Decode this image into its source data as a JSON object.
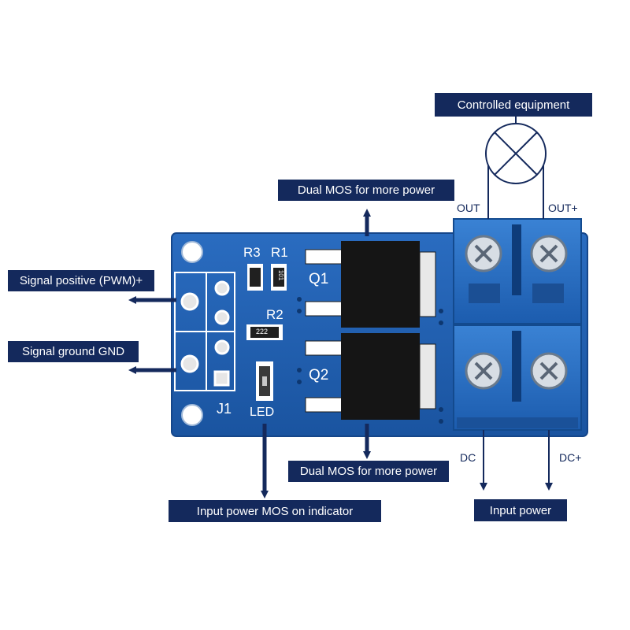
{
  "labels": {
    "controlled_equipment": "Controlled equipment",
    "dual_mos_top": "Dual MOS for more power",
    "dual_mos_bottom": "Dual MOS for more power",
    "signal_positive": "Signal positive (PWM)+",
    "signal_ground": "Signal ground GND",
    "input_power_indicator": "Input power MOS on indicator",
    "input_power": "Input power"
  },
  "terminals": {
    "out_minus": "OUT",
    "out_plus": "OUT+",
    "dc_minus": "DC",
    "dc_plus": "DC+"
  },
  "board": {
    "r3": "R3",
    "r1": "R1",
    "r2": "R2",
    "q1": "Q1",
    "q2": "Q2",
    "j1": "J1",
    "led": "LED",
    "r1_code": "101",
    "r2_code": "222"
  },
  "colors": {
    "pcb": "#1f5fb0",
    "terminal": "#2a6fc0",
    "label_bg": "#14295c"
  }
}
